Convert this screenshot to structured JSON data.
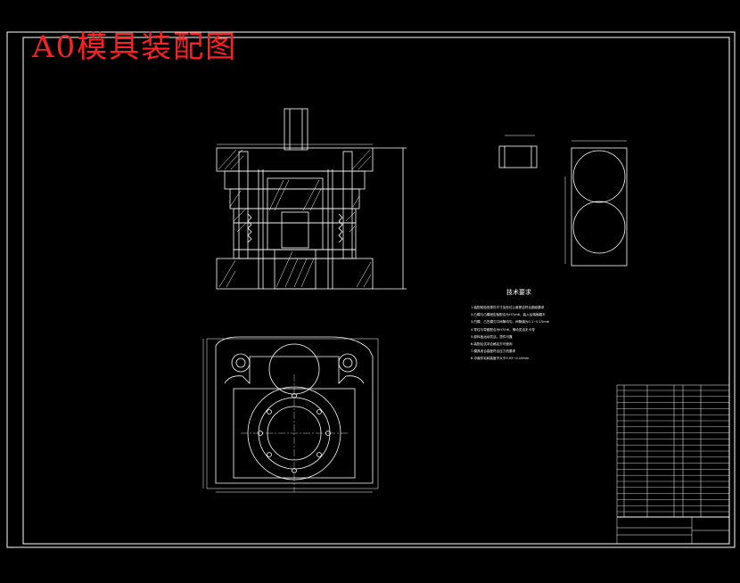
{
  "drawing": {
    "title": "A0模具装配图",
    "title_color": "#ff2020",
    "line_color": "#ffffff",
    "background": "#000000",
    "technical_requirements": {
      "heading": "技术要求",
      "notes": [
        "1.装配前检查零件尺寸及形位公差是否符合图纸要求",
        "2.凸模与凸模固定板配合为H7/m6，装入后端面磨平",
        "3.凹模、凸凹模刃口间隙均匀，间隙值为0.1~0.15mm",
        "4.导柱与导套配合为H7/h6，滑动灵活无卡滞",
        "5.卸料板运动灵活，顶件可靠",
        "6.装配后试冲合格后方可使用",
        "7.模具闭合高度符合压力机要求",
        "8.冲裁件毛刺高度不大于0.05~0.10mm"
      ]
    }
  }
}
